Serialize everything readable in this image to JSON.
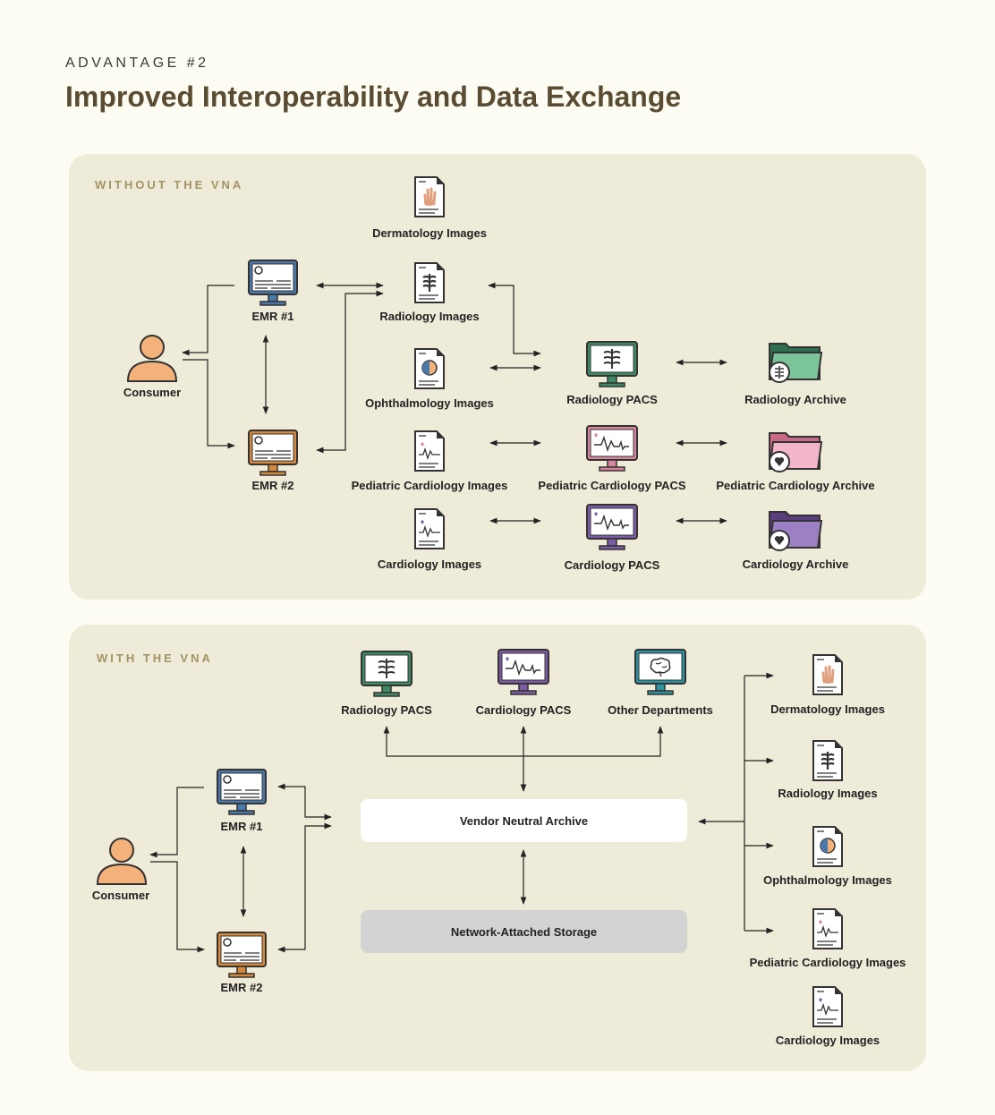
{
  "header": {
    "eyebrow": "ADVANTAGE #2",
    "title": "Improved Interoperability and Data Exchange"
  },
  "without": {
    "label": "WITHOUT THE VNA",
    "consumer": "Consumer",
    "emr1": "EMR #1",
    "emr2": "EMR #2",
    "images": {
      "dermatology": "Dermatology Images",
      "radiology": "Radiology Images",
      "ophthalmology": "Ophthalmology Images",
      "pediatric_cardiology": "Pediatric Cardiology Images",
      "cardiology": "Cardiology Images"
    },
    "pacs": {
      "radiology": "Radiology PACS",
      "pediatric_cardiology": "Pediatric Cardiology PACS",
      "cardiology": "Cardiology PACS"
    },
    "archives": {
      "radiology": "Radiology Archive",
      "pediatric_cardiology": "Pediatric Cardiology Archive",
      "cardiology": "Cardiology Archive"
    }
  },
  "with": {
    "label": "WITH THE VNA",
    "consumer": "Consumer",
    "emr1": "EMR #1",
    "emr2": "EMR #2",
    "pacs": {
      "radiology": "Radiology PACS",
      "cardiology": "Cardiology PACS",
      "other": "Other Departments"
    },
    "vna": "Vendor Neutral Archive",
    "nas": "Network-Attached Storage",
    "images": {
      "dermatology": "Dermatology Images",
      "radiology": "Radiology Images",
      "ophthalmology": "Ophthalmology Images",
      "pediatric_cardiology": "Pediatric Cardiology Images",
      "cardiology": "Cardiology Images"
    }
  },
  "colors": {
    "background": "#fdfcf2",
    "panel": "#efebd9",
    "title": "#5a4c32",
    "panel_label": "#a39466",
    "radiology": "#3e8a63",
    "pediatric": "#d9849e",
    "cardiology": "#7d5ca6",
    "emr1": "#4a78a8",
    "emr2": "#d58a3c",
    "other": "#2d93a0",
    "consumer": "#f4b27a",
    "nas": "#d3d3d3"
  },
  "icons": [
    "person-icon",
    "emr-monitor-icon",
    "image-document-icon",
    "pacs-monitor-icon",
    "archive-folder-icon"
  ]
}
